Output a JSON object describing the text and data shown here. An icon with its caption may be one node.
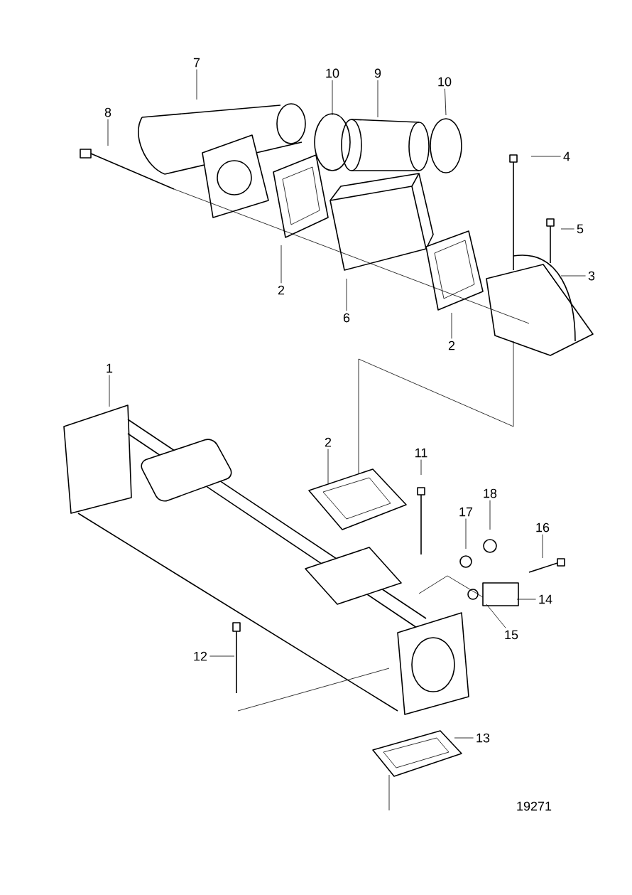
{
  "diagram": {
    "nodes": [
      {
        "text": [
          "7"
        ]
      },
      {
        "text": [
          "10"
        ]
      },
      {
        "text": [
          "9"
        ]
      },
      {
        "text": [
          "10"
        ]
      },
      {
        "text": [
          "8"
        ]
      },
      {
        "text": [
          "4"
        ]
      },
      {
        "text": [
          "5"
        ]
      },
      {
        "text": [
          "3"
        ]
      },
      {
        "text": [
          "2"
        ]
      },
      {
        "text": [
          "6"
        ]
      },
      {
        "text": [
          "2"
        ]
      },
      {
        "text": [
          "1"
        ]
      },
      {
        "text": [
          "2"
        ]
      },
      {
        "text": [
          "11"
        ]
      },
      {
        "text": [
          "18"
        ]
      },
      {
        "text": [
          "17"
        ]
      },
      {
        "text": [
          "16"
        ]
      },
      {
        "text": [
          "14"
        ]
      },
      {
        "text": [
          "15"
        ]
      },
      {
        "text": [
          "12"
        ]
      },
      {
        "text": [
          "13"
        ]
      }
    ],
    "edges": [
      {
        "from": 0,
        "to": null,
        "arrow": "none"
      },
      {
        "from": 1,
        "to": null,
        "arrow": "none"
      },
      {
        "from": 2,
        "to": null,
        "arrow": "none"
      },
      {
        "from": 3,
        "to": null,
        "arrow": "none"
      },
      {
        "from": 4,
        "to": null,
        "arrow": "none"
      },
      {
        "from": 5,
        "to": null,
        "arrow": "none"
      },
      {
        "from": 6,
        "to": null,
        "arrow": "none"
      },
      {
        "from": 7,
        "to": null,
        "arrow": "none"
      },
      {
        "from": 8,
        "to": null,
        "arrow": "none"
      },
      {
        "from": 9,
        "to": null,
        "arrow": "none"
      },
      {
        "from": 10,
        "to": null,
        "arrow": "none"
      },
      {
        "from": 11,
        "to": null,
        "arrow": "none"
      },
      {
        "from": 12,
        "to": null,
        "arrow": "none"
      },
      {
        "from": 13,
        "to": null,
        "arrow": "none"
      },
      {
        "from": 14,
        "to": null,
        "arrow": "none"
      },
      {
        "from": 15,
        "to": null,
        "arrow": "none"
      },
      {
        "from": 16,
        "to": null,
        "arrow": "none"
      },
      {
        "from": 17,
        "to": null,
        "arrow": "none"
      },
      {
        "from": 18,
        "to": null,
        "arrow": "none"
      },
      {
        "from": 19,
        "to": null,
        "arrow": "none"
      },
      {
        "from": 20,
        "to": null,
        "arrow": "none"
      }
    ],
    "labels": [
      "19271"
    ]
  }
}
